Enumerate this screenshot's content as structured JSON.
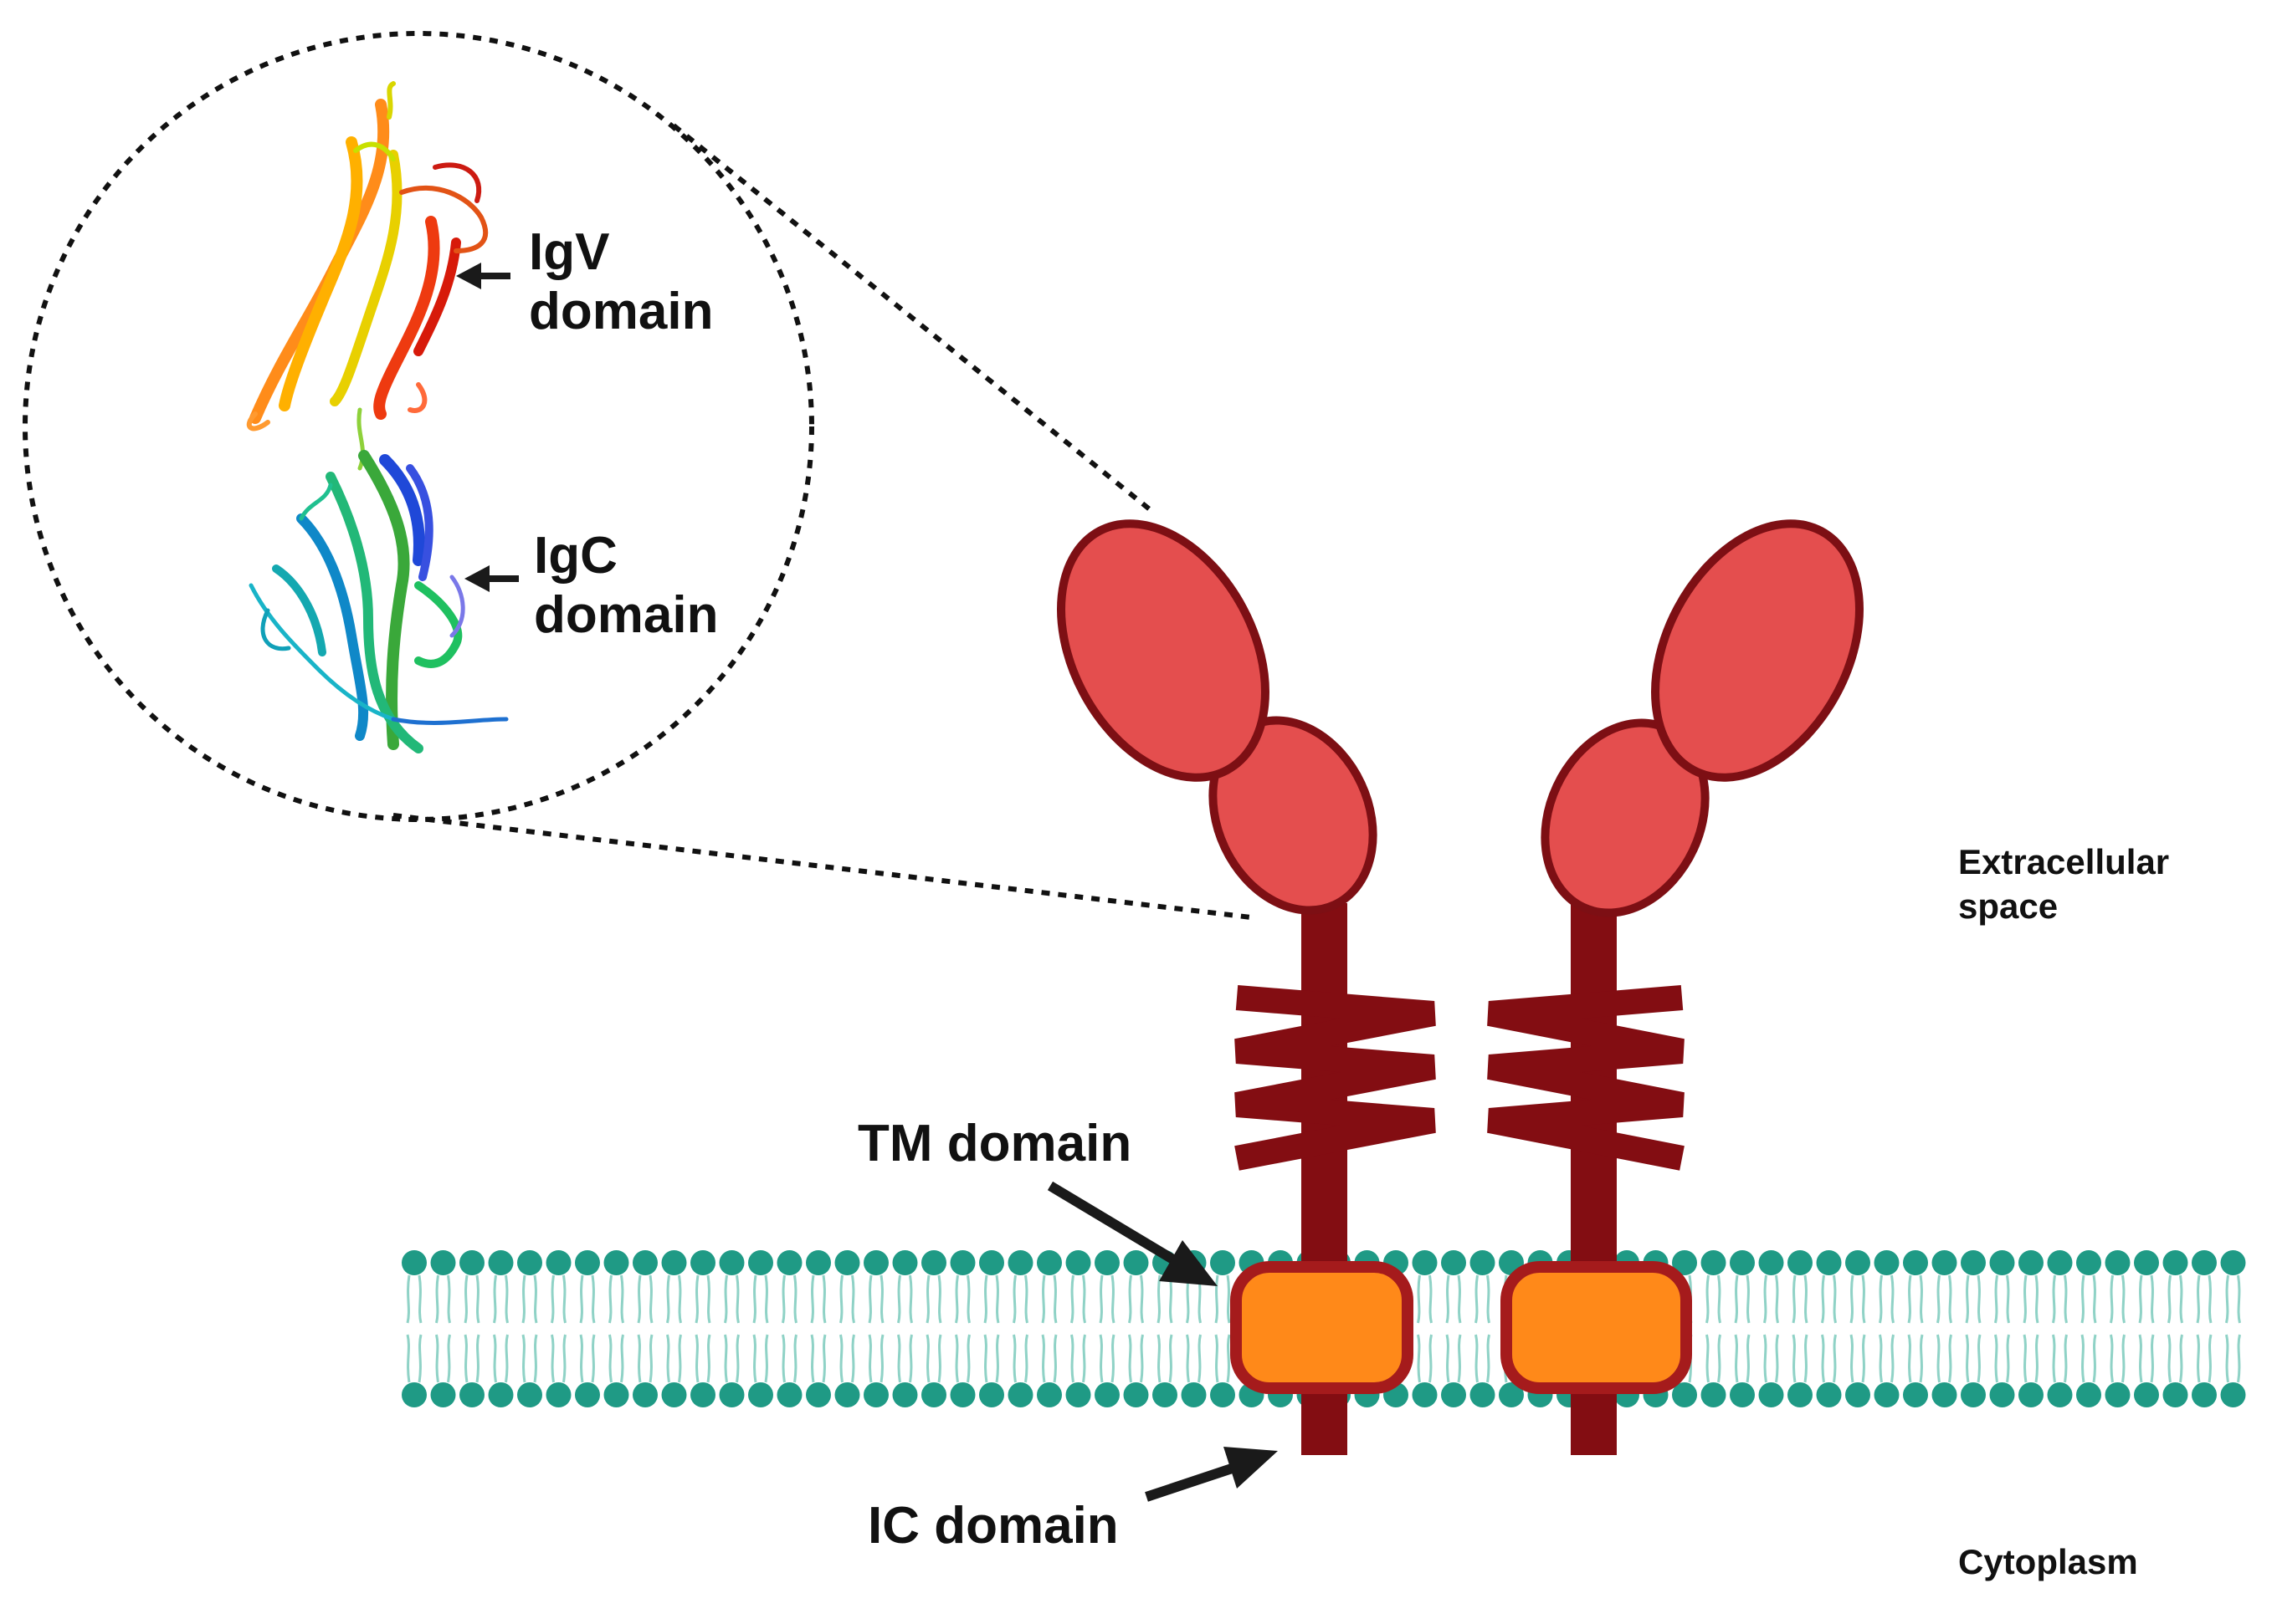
{
  "labels": {
    "igv_line1": "IgV",
    "igv_line2": "domain",
    "igc_line1": "IgC",
    "igc_line2": "domain",
    "tm_domain": "TM domain",
    "ic_domain": "IC domain",
    "extracellular_line1": "Extracellular",
    "extracellular_line2": "space",
    "cytoplasm": "Cytoplasm"
  },
  "colors": {
    "ig_domain_fill": "#e44e4e",
    "ig_domain_outline": "#7d0f14",
    "stalk": "#830d12",
    "tm_box_fill": "#ff8919",
    "tm_box_outline": "#a51b1c",
    "membrane_head": "#1f9a85",
    "membrane_tail": "#8fd2c6",
    "arrow": "#1a1a1a",
    "dotted_outline": "#111111"
  },
  "icons": {
    "protein_structure": "ribbon-structure-icon"
  }
}
